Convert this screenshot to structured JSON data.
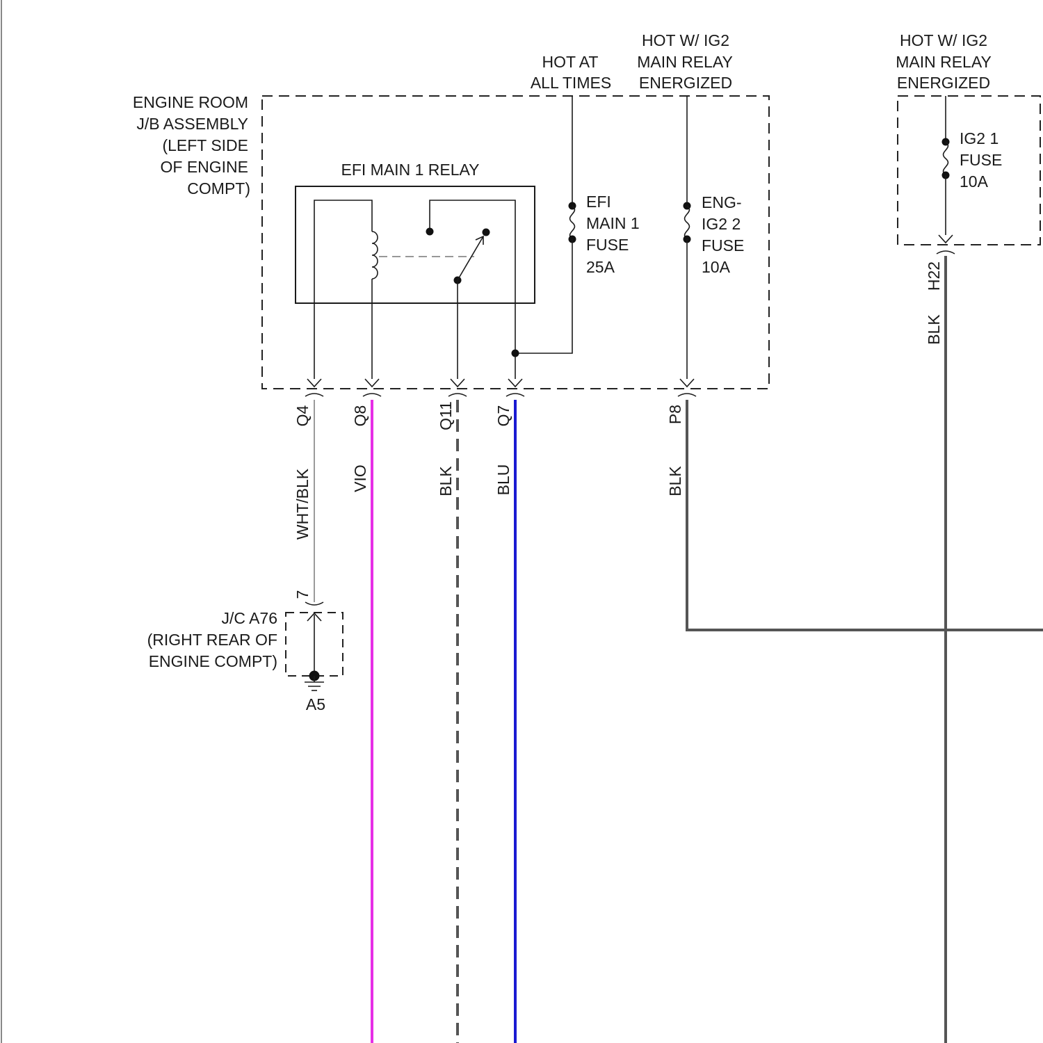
{
  "labels": {
    "hot_at_all_times": [
      "HOT AT",
      "ALL TIMES"
    ],
    "hot_ig2_left": [
      "HOT W/ IG2",
      "MAIN RELAY",
      "ENERGIZED"
    ],
    "hot_ig2_right": [
      "HOT W/ IG2",
      "MAIN RELAY",
      "ENERGIZED"
    ],
    "engine_room_jb": [
      "ENGINE ROOM",
      "J/B ASSEMBLY",
      "(LEFT SIDE",
      "OF ENGINE",
      "COMPT)"
    ],
    "efi_main_relay": "EFI MAIN 1 RELAY",
    "efi_main_fuse": [
      "EFI",
      "MAIN 1",
      "FUSE",
      "25A"
    ],
    "eng_ig2_fuse": [
      "ENG-",
      "IG2 2",
      "FUSE",
      "10A"
    ],
    "ig2_1_fuse": [
      "IG2 1",
      "FUSE",
      "10A"
    ],
    "jc_a76": [
      "J/C A76",
      "(RIGHT REAR OF",
      "ENGINE COMPT)"
    ],
    "ground_a5": "A5"
  },
  "pins": {
    "q4": "Q4",
    "q8": "Q8",
    "q11": "Q11",
    "q7": "Q7",
    "p8": "P8",
    "h22": "H22",
    "jc_pin7": "7"
  },
  "wires": {
    "q4": "WHT/BLK",
    "q8": "VIO",
    "q11": "BLK",
    "q7": "BLU",
    "p8": "BLK",
    "h22": "BLK"
  },
  "colors": {
    "wht_blk": "#9a9a9a",
    "vio": "#e62ee6",
    "blk": "#555555",
    "blu": "#1a1ad2"
  }
}
